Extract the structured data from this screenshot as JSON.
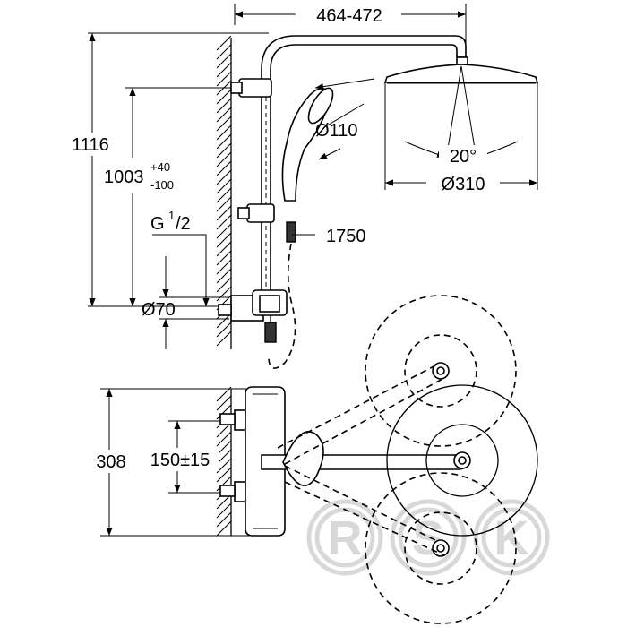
{
  "drawing": {
    "dim_top_width": "464-472",
    "dim_total_height": "1116",
    "dim_mount_height_base": "1003",
    "dim_mount_height_tol_plus": "+40",
    "dim_mount_height_tol_minus": "-100",
    "dim_thread_prefix": "G",
    "dim_thread_num": "1",
    "dim_thread_den": "/2",
    "dim_rosette": "Ø70",
    "dim_handshower": "Ø110",
    "dim_hose": "1750",
    "dim_angle": "20°",
    "dim_headshower": "Ø310",
    "dim_plan_depth": "308",
    "dim_inlet_spacing": "150±15"
  },
  "watermark": {
    "letters": [
      "R",
      "S",
      "K"
    ]
  }
}
